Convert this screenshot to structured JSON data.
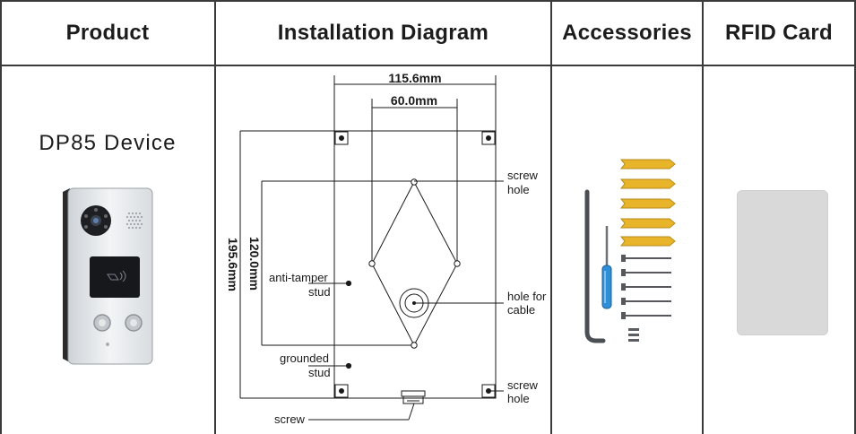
{
  "table": {
    "headers": [
      "Product",
      "Installation Diagram",
      "Accessories",
      "RFID Card"
    ]
  },
  "product": {
    "name": "DP85 Device"
  },
  "diagram": {
    "width_total": "115.6mm",
    "width_holes": "60.0mm",
    "height_total": "195.6mm",
    "height_holes": "120.0mm",
    "labels": {
      "screw_hole_top_1": "screw",
      "screw_hole_top_2": "hole",
      "anti_tamper_1": "anti-tamper",
      "anti_tamper_2": "stud",
      "hole_cable_1": "hole for",
      "hole_cable_2": "cable",
      "grounded_1": "grounded",
      "grounded_2": "stud",
      "screw_hole_bottom_1": "screw",
      "screw_hole_bottom_2": "hole",
      "screw": "screw"
    }
  },
  "colors": {
    "border": "#3a3a3a",
    "panel": "#e9ecef",
    "anchor": "#e8b52a",
    "screwdriver": "#2f8fd6",
    "card": "#d9d9d9"
  }
}
